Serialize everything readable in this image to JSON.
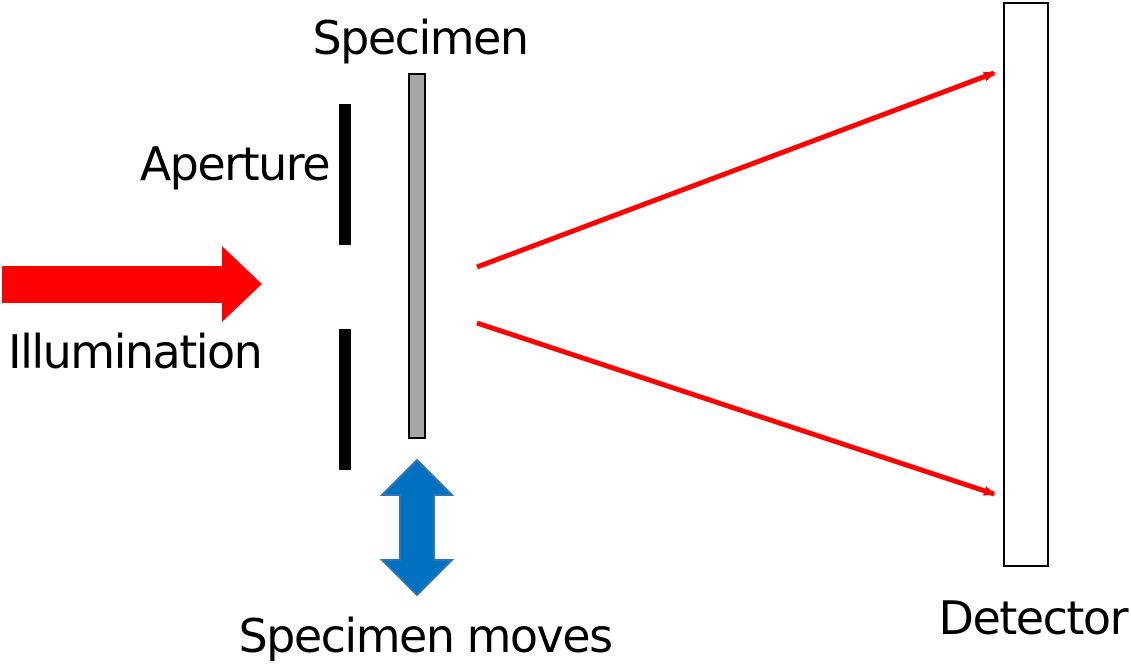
{
  "labels": {
    "specimen": "Specimen",
    "aperture": "Aperture",
    "illumination": "Illumination",
    "specimen_moves": "Specimen moves",
    "detector": "Detector"
  },
  "colors": {
    "illumination_arrow": "#ff0000",
    "diffracted_rays": "#ff0000",
    "specimen_fill": "#a6a6a6",
    "motion_arrow": "#0070c0",
    "motion_arrow_stroke": "#2e75b6",
    "aperture": "#000000",
    "detector_fill": "#ffffff",
    "outline": "#000000"
  },
  "icons": {
    "illumination": "right-arrow-icon",
    "specimen_motion": "up-down-arrow-icon"
  }
}
